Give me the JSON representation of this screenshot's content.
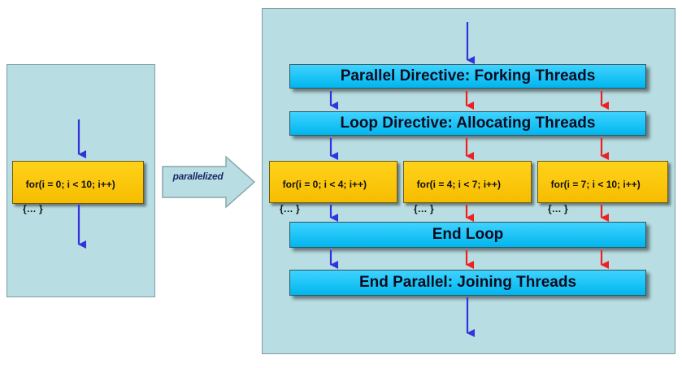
{
  "labels": {
    "parallelized": "parallelized",
    "parallel_directive": "Parallel Directive: Forking Threads",
    "loop_directive": "Loop Directive: Allocating Threads",
    "end_loop": "End Loop",
    "end_parallel": "End Parallel: Joining Threads"
  },
  "serial_loop": {
    "line1": "for(i = 0; i < 10; i++)",
    "line2": "{… }"
  },
  "thread_loops": [
    {
      "line1": "for(i = 0; i < 4; i++)",
      "line2": "{… }"
    },
    {
      "line1": "for(i = 4; i < 7; i++)",
      "line2": "{… }"
    },
    {
      "line1": "for(i = 7; i < 10; i++)",
      "line2": "{… }"
    }
  ],
  "colors": {
    "panel": "#b8dde2",
    "box_yellow": "#fcc90b",
    "bar_cyan": "#1fc4f8",
    "arrow_blue": "#3333dd",
    "arrow_red": "#ee2020",
    "big_arrow": "#b8dde2"
  }
}
